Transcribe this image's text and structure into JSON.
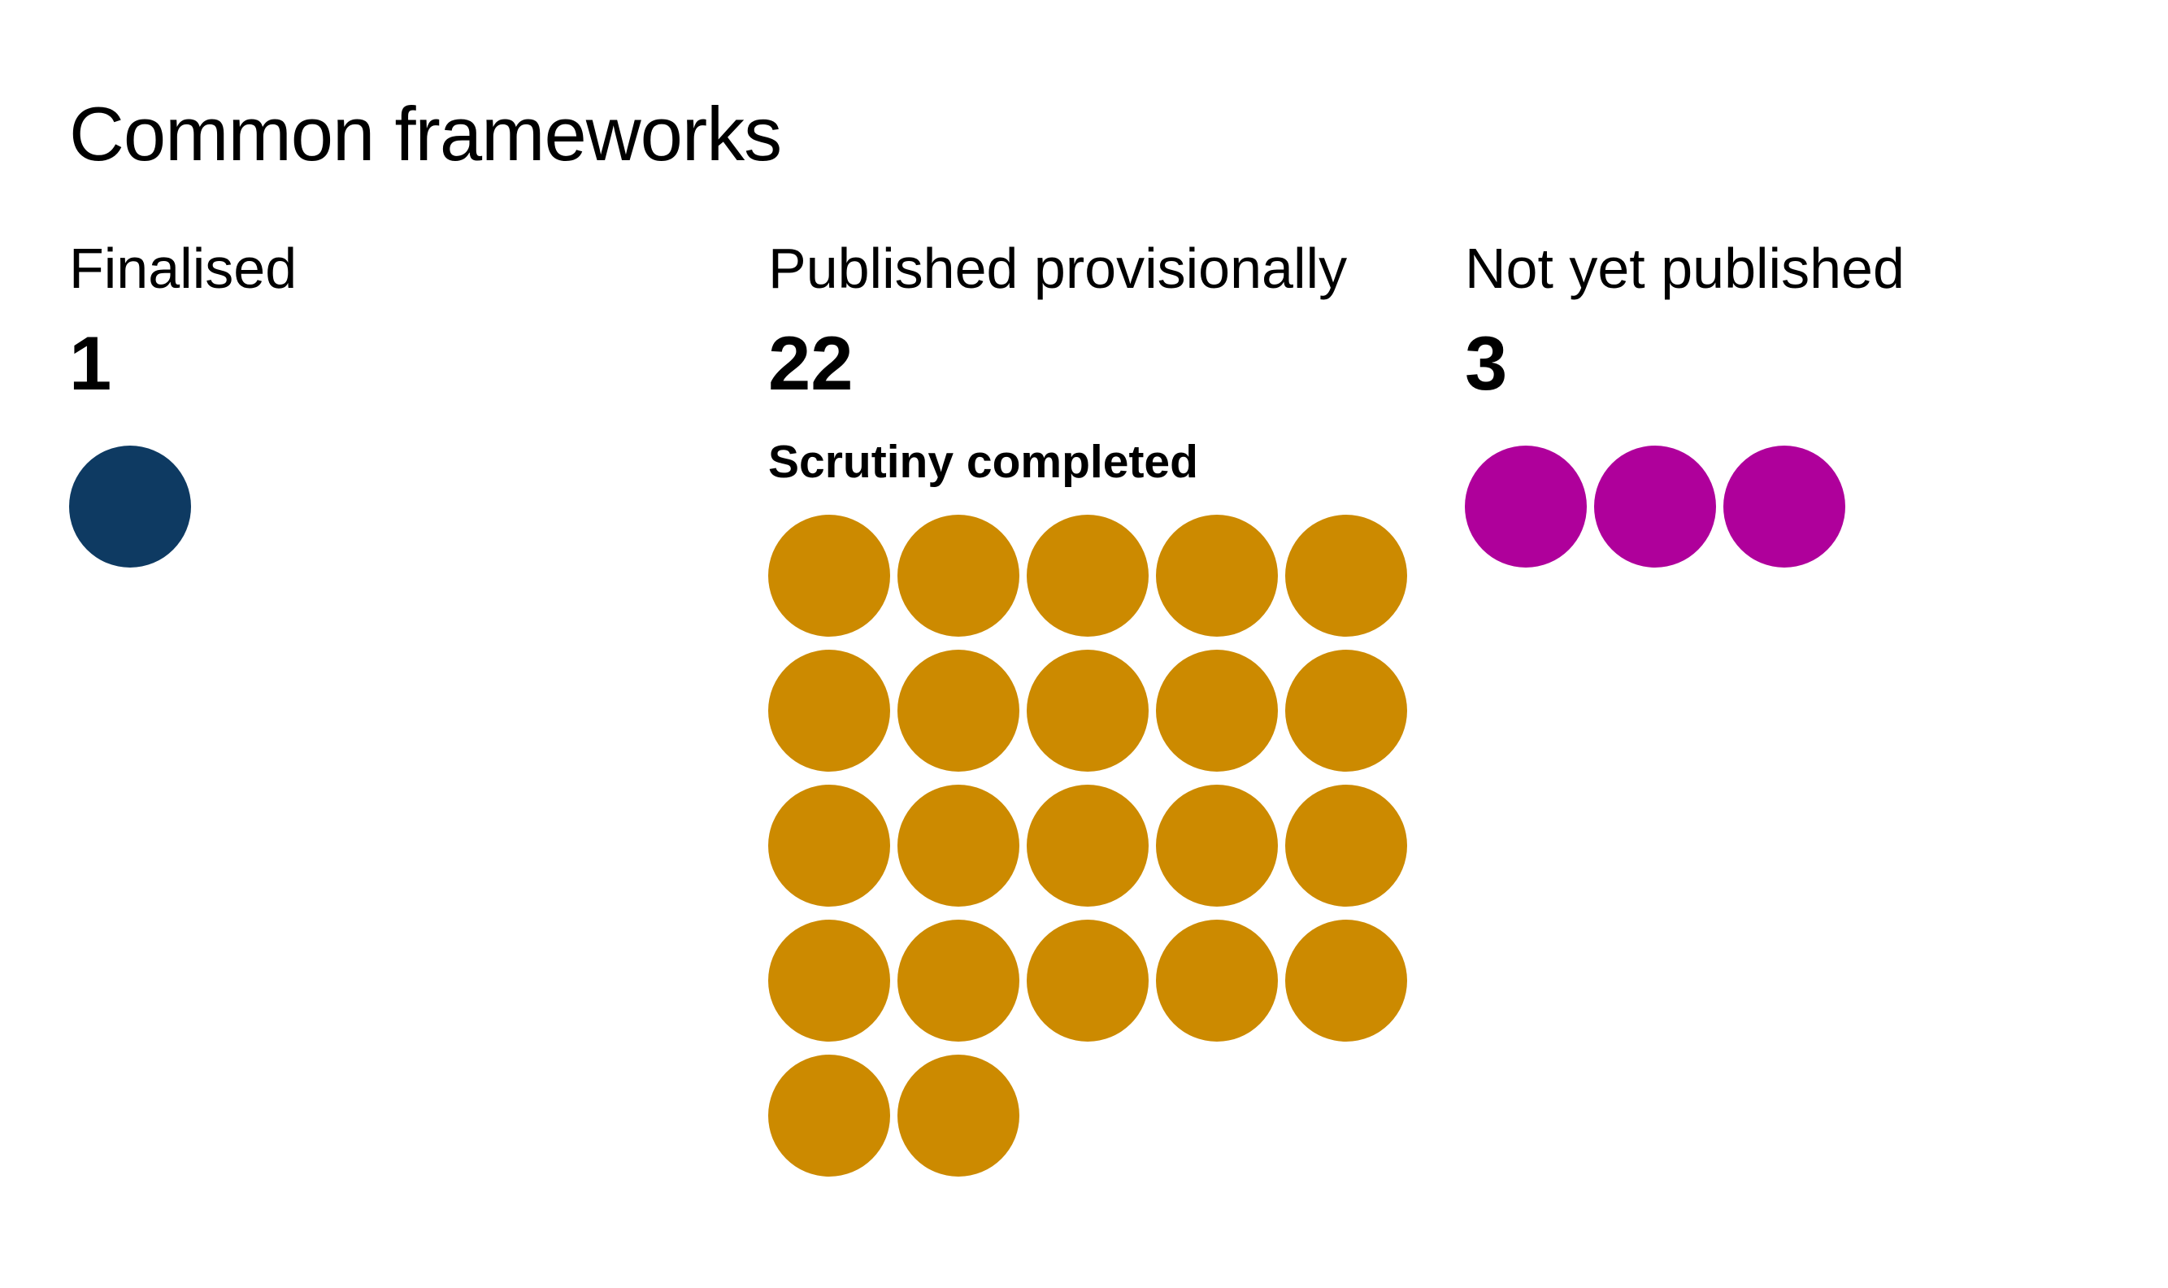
{
  "title": "Common frameworks",
  "chart_data": {
    "type": "pictogram",
    "title": "Common frameworks",
    "categories": [
      "Finalised",
      "Published provisionally",
      "Not yet published"
    ],
    "values": [
      1,
      22,
      3
    ],
    "annotations": [
      {
        "text": "Scrutiny completed",
        "applies_to": "Published provisionally"
      }
    ],
    "series_colors": [
      "#0E3A62",
      "#CC8A00",
      "#AF009B"
    ],
    "layout": {
      "unit_shape": "circle",
      "units_per_row": 5,
      "grid": false,
      "legend": "none"
    }
  },
  "columns": [
    {
      "label": "Finalised",
      "value": "1",
      "count": 1,
      "color": "#0E3A62"
    },
    {
      "label": "Published provisionally",
      "value": "22",
      "count": 22,
      "color": "#CC8A00",
      "sublabel": "Scrutiny completed"
    },
    {
      "label": "Not yet published",
      "value": "3",
      "count": 3,
      "color": "#AF009B"
    }
  ]
}
